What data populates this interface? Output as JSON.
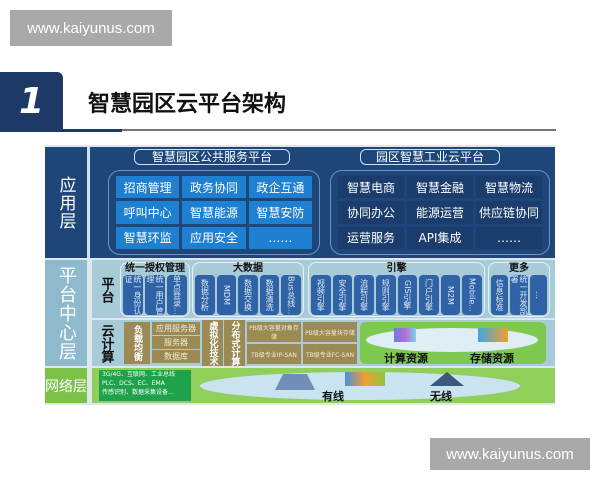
{
  "watermark": "www.kaiyunus.com",
  "section_number": "1",
  "title": "智慧园区云平台架构",
  "colors": {
    "app_layer": "#1e4679",
    "app_left_cell": "#1f7fd0",
    "platform_layer": "#a7cbd9",
    "cloud_gold": "#9c8a55",
    "network_layer": "#8fcf5a"
  },
  "application_layer": {
    "label": "应用层",
    "public_platform": {
      "title": "智慧园区公共服务平台",
      "items": [
        "招商管理",
        "政务协同",
        "政企互通",
        "呼叫中心",
        "智慧能源",
        "智慧安防",
        "智慧环监",
        "应用安全",
        "……"
      ]
    },
    "industrial_cloud": {
      "title": "园区智慧工业云平台",
      "items": [
        "智慧电商",
        "智慧金融",
        "智慧物流",
        "协同办公",
        "能源运营",
        "供应链协同",
        "运营服务",
        "API集成",
        "……"
      ]
    }
  },
  "platform_layer": {
    "label": "平台中心层",
    "platform": {
      "label": "平台",
      "groups": [
        {
          "title": "统一授权管理",
          "items": [
            "统一身份认证",
            "统一用户管理",
            "单点登录..."
          ]
        },
        {
          "title": "大数据",
          "items": [
            "数据分析",
            "MDM",
            "数据交换",
            "数据清洗",
            "Bus总线..."
          ]
        },
        {
          "title": "引擎",
          "items": [
            "视频引擎",
            "安全引擎",
            "流程引擎",
            "规则引擎",
            "GIS引擎",
            "门户引擎",
            "M2M",
            "Mobile..."
          ]
        },
        {
          "title": "更多",
          "items": [
            "信息标准",
            "统一开发部署",
            "…"
          ]
        }
      ]
    },
    "cloud": {
      "label": "云计算",
      "load_balance": "负载均衡",
      "servers": [
        "应用服务器",
        "服务器",
        "数据库"
      ],
      "virtualization": "虚拟化技术",
      "distributed": "分布式计算",
      "storage": [
        "PB级大容量对象存储",
        "PB级大容量块存储",
        "TB级专业IP-SAN",
        "TB级专业FC-SAN"
      ],
      "compute_resources": "计算资源",
      "storage_resources": "存储资源"
    }
  },
  "network_layer": {
    "label": "网络层",
    "lines": [
      "3G/4G、互联网、工业总线",
      "PLC、DCS、EC、EMA",
      "传感识别、数据采集设备..."
    ],
    "wired": "有线",
    "wireless": "无线"
  }
}
